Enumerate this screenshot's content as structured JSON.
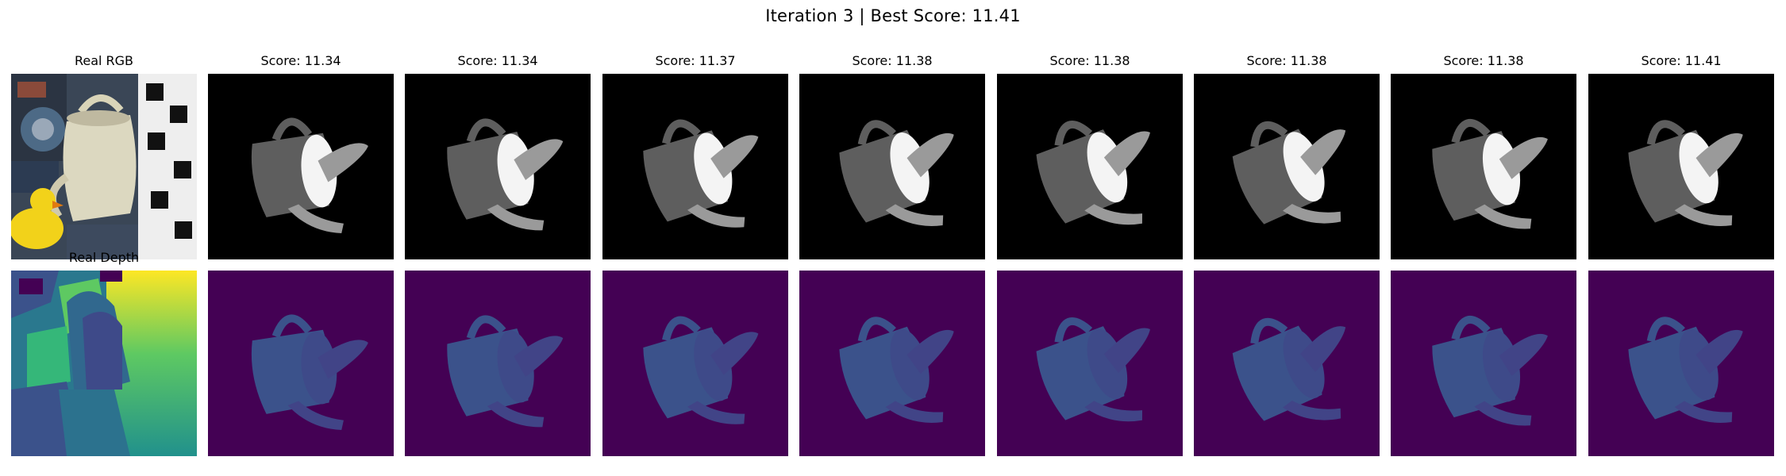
{
  "figure": {
    "title": "Iteration 3 | Best Score: 11.41",
    "real_rgb_title": "Real RGB",
    "real_depth_title": "Real Depth",
    "scores": [
      "Score: 11.34",
      "Score: 11.34",
      "Score: 11.37",
      "Score: 11.38",
      "Score: 11.38",
      "Score: 11.38",
      "Score: 11.38",
      "Score: 11.41"
    ]
  },
  "colors": {
    "render_background": "#000000",
    "pot_gray": "#5e5e5e",
    "pot_highlight": "#f4f4f4",
    "depth_background": "#440154",
    "depth_pot": "#3b528b",
    "depth_far": "#fde725",
    "depth_mid": "#21918c"
  },
  "icons": {
    "render_panel": "watering-can-render",
    "depth_panel": "watering-can-depth"
  }
}
